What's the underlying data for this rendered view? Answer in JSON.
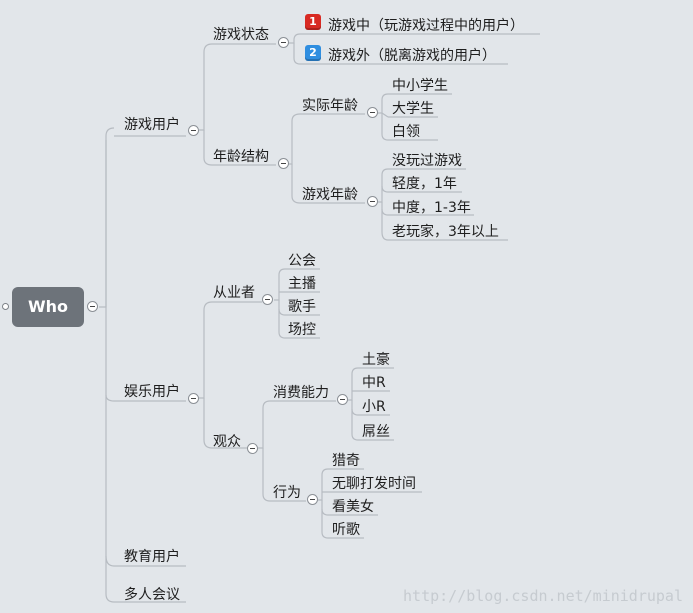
{
  "root": {
    "label": "Who"
  },
  "branches": {
    "game_users": {
      "label": "游戏用户",
      "status": {
        "label": "游戏状态",
        "items": [
          {
            "badge": "1",
            "label": "游戏中（玩游戏过程中的用户）"
          },
          {
            "badge": "2",
            "label": "游戏外（脱离游戏的用户）"
          }
        ]
      },
      "age": {
        "label": "年龄结构",
        "real_age": {
          "label": "实际年龄",
          "items": [
            "中小学生",
            "大学生",
            "白领"
          ]
        },
        "game_age": {
          "label": "游戏年龄",
          "items": [
            "没玩过游戏",
            "轻度，1年",
            "中度，1-3年",
            "老玩家，3年以上"
          ]
        }
      }
    },
    "entertainment": {
      "label": "娱乐用户",
      "practitioners": {
        "label": "从业者",
        "items": [
          "公会",
          "主播",
          "歌手",
          "场控"
        ]
      },
      "audience": {
        "label": "观众",
        "spending": {
          "label": "消费能力",
          "items": [
            "土豪",
            "中R",
            "小R",
            "屌丝"
          ]
        },
        "behavior": {
          "label": "行为",
          "items": [
            "猎奇",
            "无聊打发时间",
            "看美女",
            "听歌"
          ]
        }
      }
    },
    "education": {
      "label": "教育用户"
    },
    "meeting": {
      "label": "多人会议"
    }
  },
  "watermark": "http://blog.csdn.net/minidrupal",
  "colors": {
    "background": "#e2e6ea",
    "root_fill": "#6d737a",
    "connector": "#b7bcc2",
    "badge_1": "#d82a23",
    "badge_2": "#2f8ee0"
  }
}
